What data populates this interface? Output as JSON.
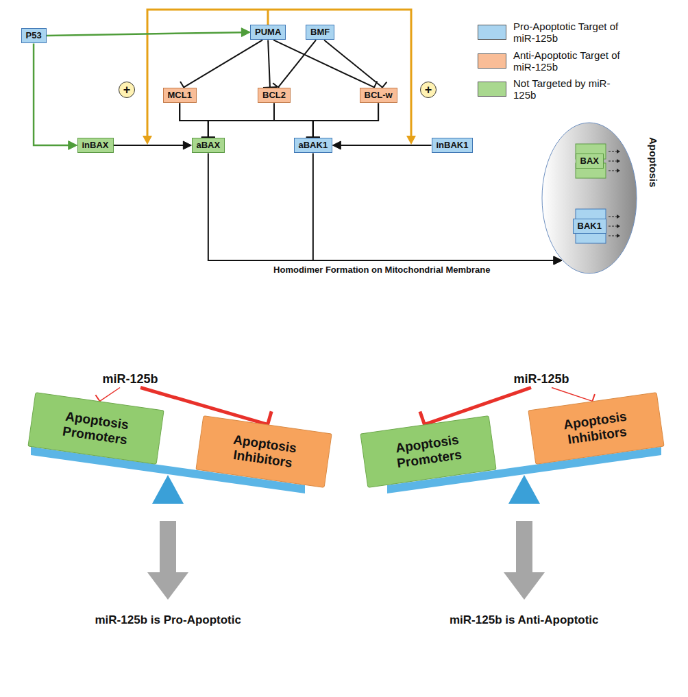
{
  "diagram": {
    "nodes": [
      {
        "text": [
          "P53"
        ]
      },
      {
        "text": [
          "PUMA"
        ]
      },
      {
        "text": [
          "BMF"
        ]
      },
      {
        "text": [
          "MCL1"
        ]
      },
      {
        "text": [
          "BCL2"
        ]
      },
      {
        "text": [
          "BCL-w"
        ]
      },
      {
        "text": [
          "+"
        ]
      },
      {
        "text": [
          "+"
        ]
      },
      {
        "text": [
          "inBAX"
        ]
      },
      {
        "text": [
          "aBAX"
        ]
      },
      {
        "text": [
          "aBAK1"
        ]
      },
      {
        "text": [
          "inBAK1"
        ]
      },
      {
        "text": [
          "Apoptosis"
        ]
      },
      {
        "text": [
          "BAX"
        ],
        "in": 12
      },
      {
        "text": [
          "BAK1"
        ],
        "in": 12
      },
      {
        "text": [
          "miR-125b"
        ]
      },
      {
        "text": [
          "miR-125b"
        ]
      },
      {
        "text": [
          "Apoptosis Promoters"
        ]
      },
      {
        "text": [
          "Apoptosis Inhibitors"
        ]
      },
      {
        "text": [
          "Apoptosis Promoters"
        ]
      },
      {
        "text": [
          "Apoptosis Inhibitors"
        ]
      }
    ],
    "edges": [
      {
        "from": 0,
        "to": 1,
        "arrow": "to"
      },
      {
        "from": 0,
        "to": 8,
        "arrow": "to"
      },
      {
        "from": 1,
        "to": 3,
        "arrow": "to"
      },
      {
        "from": 1,
        "to": 4,
        "arrow": "to"
      },
      {
        "from": 1,
        "to": 5,
        "arrow": "to"
      },
      {
        "from": 2,
        "to": 4,
        "arrow": "to"
      },
      {
        "from": 2,
        "to": 5,
        "arrow": "to"
      },
      {
        "from": 3,
        "to": 9,
        "arrow": "to"
      },
      {
        "from": 3,
        "to": 10,
        "arrow": "to"
      },
      {
        "from": 4,
        "to": 9,
        "arrow": "to"
      },
      {
        "from": 4,
        "to": 10,
        "arrow": "to"
      },
      {
        "from": 5,
        "to": 9,
        "arrow": "to"
      },
      {
        "from": 5,
        "to": 10,
        "arrow": "to"
      },
      {
        "from": 8,
        "to": 9,
        "arrow": "to"
      },
      {
        "from": 11,
        "to": 10,
        "arrow": "to"
      },
      {
        "from": 9,
        "to": 12,
        "label": "Homodimer Formation on Mitochondrial Membrane",
        "arrow": "to"
      },
      {
        "from": 10,
        "to": 12,
        "arrow": "to"
      },
      {
        "from": 15,
        "to": 17,
        "arrow": "to"
      },
      {
        "from": 15,
        "to": 18,
        "arrow": "to"
      },
      {
        "from": 16,
        "to": 19,
        "arrow": "to"
      },
      {
        "from": 16,
        "to": 20,
        "arrow": "to"
      }
    ],
    "labels": [
      "miR-125b is Pro-Apoptotic",
      "miR-125b is Anti-Apoptotic"
    ],
    "legend": [
      {
        "text": "Pro-Apoptotic Target of miR-125b",
        "color": "#a9d4f0"
      },
      {
        "text": "Anti-Apoptotic Target of miR-125b",
        "color": "#f9bd97"
      },
      {
        "text": "Not Targeted by miR-125b",
        "color": "#a9d88f"
      }
    ]
  }
}
